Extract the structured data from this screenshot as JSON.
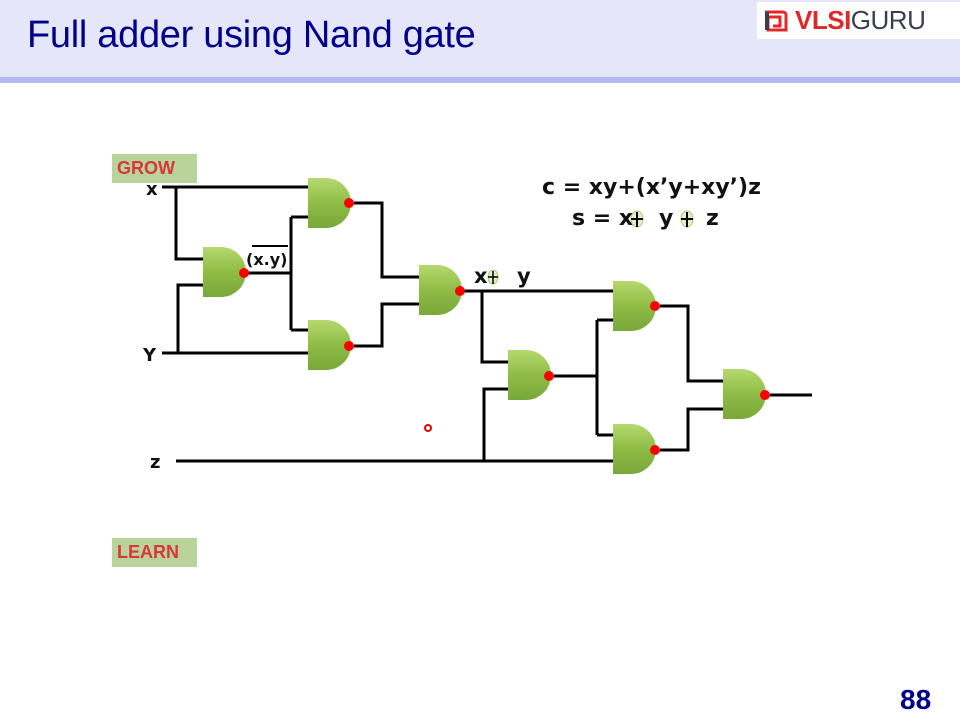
{
  "header": {
    "title": "Full adder using Nand gate",
    "logo": {
      "prefix_text": "VLSI",
      "suffix_text": "GURU",
      "icon": "vlsiguru-logo-icon"
    }
  },
  "badges": {
    "grow": "GROW",
    "learn": "LEARN"
  },
  "diagram": {
    "inputs": {
      "x": "x",
      "y": "Y",
      "z": "z"
    },
    "nand_label": "(x.y)",
    "xor_xy_label": {
      "left": "x",
      "right": "y"
    },
    "equations": {
      "carry": "c = xy+(x’y+xy’)z",
      "sum": {
        "s": "s = x",
        "y": "y",
        "z": "z"
      }
    },
    "gate_type": "NAND",
    "gate_count": 8,
    "colors": {
      "gate_fill": "#8db848",
      "bubble": "#ff0000",
      "wire": "#000000"
    }
  },
  "footer": {
    "page_number": "88"
  }
}
